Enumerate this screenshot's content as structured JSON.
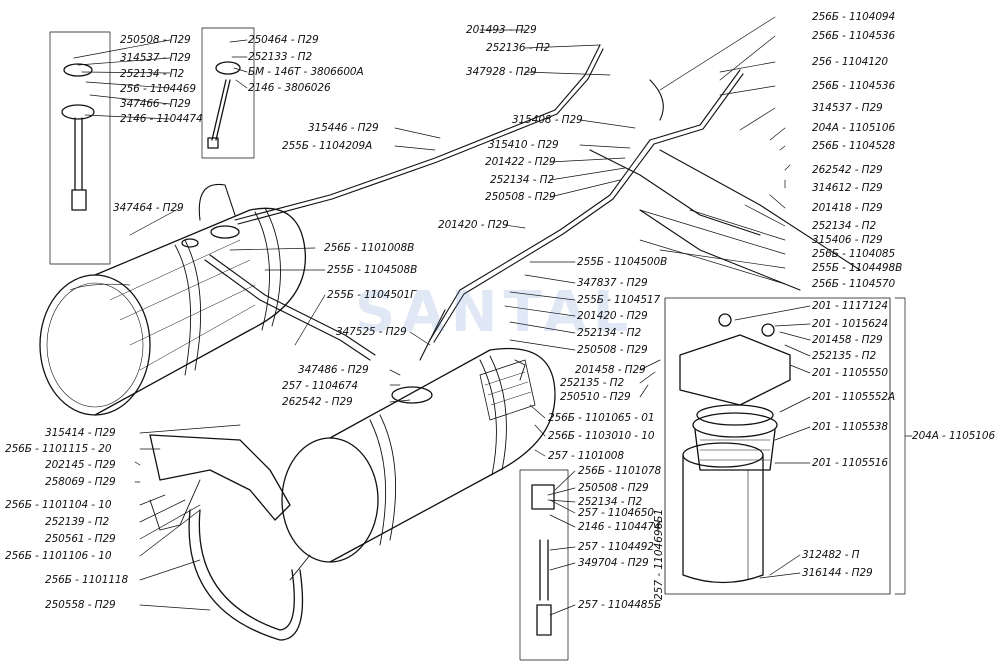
{
  "watermark": "SANTAL",
  "labels": {
    "t_250508_1": "250508 - П29",
    "t_314537_1": "314537 - П29",
    "t_252134_1": "252134 - П2",
    "t_256_1104469": "256 - 1104469",
    "t_347466": "347466 - П29",
    "t_2146_1104474_a": "2146 - 1104474",
    "t_250464": "250464 - П29",
    "t_252133": "252133 - П2",
    "t_bm146t": "БМ - 146Т - 3806600А",
    "t_2146_3806026": "2146 - 3806026",
    "t_201493": "201493 - П29",
    "t_252136": "252136 - П2",
    "t_347928": "347928 - П29",
    "t_256b_1104094": "256Б - 1104094",
    "t_256b_1104536_a": "256Б - 1104536",
    "t_256_1104120": "256 - 1104120",
    "t_256b_1104536_b": "256Б - 1104536",
    "t_314537_2": "314537 - П29",
    "t_204a_1105106_a": "204А - 1105106",
    "t_256b_1104528": "256Б - 1104528",
    "t_262542_1": "262542 - П29",
    "t_314612": "314612 - П29",
    "t_201418": "201418 - П29",
    "t_252134_2": "252134 - П2",
    "t_315406": "315406 - П29",
    "t_256b_1104085": "256Б - 1104085",
    "t_255b_1104498b": "255Б - 1104498В",
    "t_256b_1104570": "256Б - 1104570",
    "t_315446": "315446 - П29",
    "t_255b_1104209a": "255Б - 1104209А",
    "t_315408": "315408 - П29",
    "t_315410": "315410 - П29",
    "t_201422": "201422 - П29",
    "t_252134_3": "252134 - П2",
    "t_250508_2": "250508 - П29",
    "t_347464": "347464 - П29",
    "t_201420_1": "201420 - П29",
    "t_256b_1101008b": "256Б - 1101008В",
    "t_255b_1104508b": "255Б - 1104508В",
    "t_255b_1104500b": "255Б - 1104500В",
    "t_347837": "347837 - П29",
    "t_255b_1104517": "255Б - 1104517",
    "t_201420_2": "201420 - П29",
    "t_252134_4": "252134 - П2",
    "t_250508_3": "250508 - П29",
    "t_255b_1104501g": "255Б - 1104501Г",
    "t_347525": "347525 - П29",
    "t_201458_1": "201458 - П29",
    "t_252135_1": "252135 - П2",
    "t_250510": "250510 - П29",
    "t_347486": "347486 - П29",
    "t_257_1104674": "257 - 1104674",
    "t_262542_2": "262542 - П29",
    "t_201_1117124": "201 - 1117124",
    "t_201_1015624": "201 - 1015624",
    "t_201458_2": "201458 - П29",
    "t_252135_2": "252135 - П2",
    "t_201_1105550": "201 - 1105550",
    "t_201_1105552a": "201 - 1105552А",
    "t_201_1105538": "201 - 1105538",
    "t_201_1105516": "201 - 1105516",
    "t_204a_1105106_b": "204А - 1105106",
    "t_312482": "312482 - П",
    "t_316144": "316144 - П29",
    "t_315414": "315414 - П29",
    "t_256b_1101115": "256Б - 1101115 - 20",
    "t_202145": "202145 - П29",
    "t_258069": "258069 - П29",
    "t_256b_1101104": "256Б - 1101104 - 10",
    "t_252139": "252139 - П2",
    "t_250561": "250561 - П29",
    "t_256b_1101106": "256Б - 1101106 - 10",
    "t_256b_1101118": "256Б - 1101118",
    "t_250558": "250558 - П29",
    "t_256b_1101065": "256Б - 1101065 - 01",
    "t_256b_1103010": "256Б - 1103010 - 10",
    "t_257_1101008": "257 - 1101008",
    "t_256b_1101078": "256Б - 1101078",
    "t_250508_4": "250508 - П29",
    "t_252134_5": "252134 - П2",
    "t_257_1104650": "257 - 1104650",
    "t_2146_1104474_b": "2146 - 1104474",
    "t_257_1104492": "257 - 1104492",
    "t_349704": "349704 - П29",
    "t_257_1104485b": "257 - 1104485Б",
    "t_257_1104696b1": "257 - 1104696Б1"
  }
}
